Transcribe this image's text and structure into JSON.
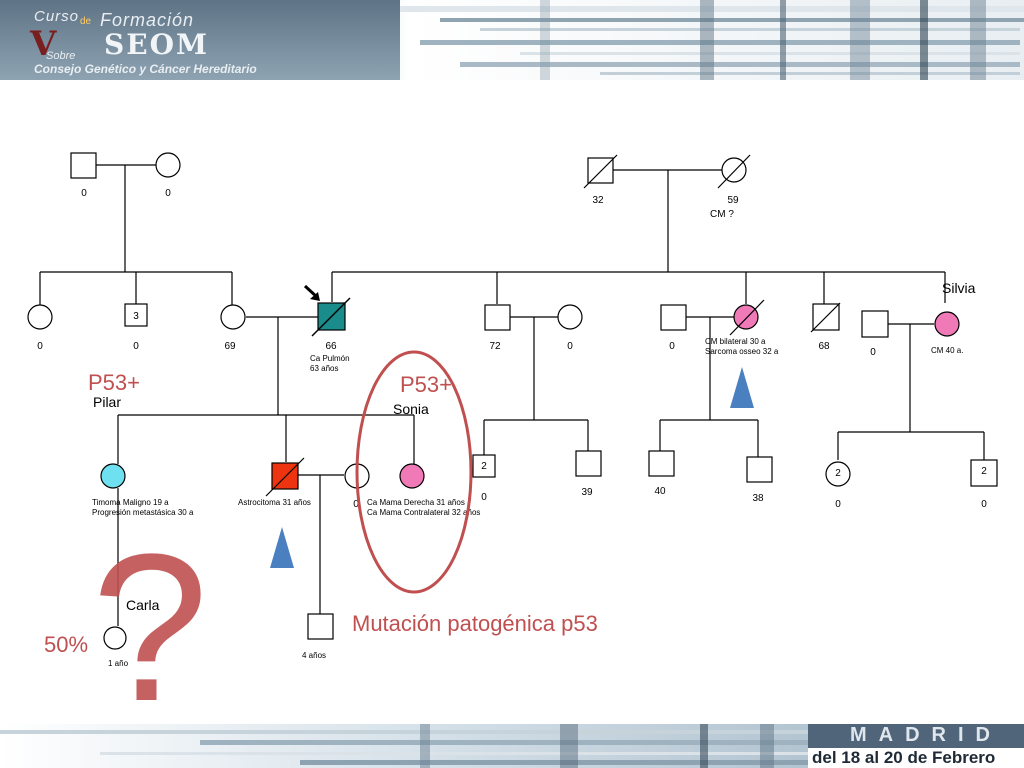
{
  "header": {
    "logo": {
      "curso": "Curso",
      "de": "de",
      "formacion": "Formación",
      "edition": "V",
      "sobre": "Sobre",
      "brand": "SEOM",
      "subtitle": "Consejo Genético y Cáncer Hereditario"
    }
  },
  "footer": {
    "city": "MADRID",
    "dates": "del 18 al 20 de Febrero"
  },
  "pedigree": {
    "gen1_left": {
      "male_age": "0",
      "female_age": "0"
    },
    "gen1_right": {
      "male_age": "32",
      "female_age": "59",
      "female_note": "CM ?"
    },
    "gen2": {
      "f1_age": "0",
      "group3_count": "3",
      "group3_age": "0",
      "f2_age": "69",
      "proband_age": "66",
      "proband_dx1": "Ca Pulmón",
      "proband_dx2": "63 años",
      "m72_age": "72",
      "f0_age": "0",
      "m0_age": "0",
      "cm_female_dx1": "CM bilateral 30 a",
      "cm_female_dx2": "Sarcoma osseo 32 a",
      "m68_age": "68",
      "silvia_husband_age": "0",
      "silvia_name": "Silvia",
      "silvia_dx": "CM  40 a."
    },
    "gen3": {
      "pilar_name": "Pilar",
      "pilar_p53": "P53+",
      "pilar_dx1": "Timoma Maligno 19 a",
      "pilar_dx2": "Progresión metastásica 30 a",
      "astro_dx": "Astrocitoma 31 años",
      "spouse_age": "0",
      "sonia_name": "Sonia",
      "sonia_p53": "P53+",
      "sonia_dx1": "Ca Mama Derecha 31 años",
      "sonia_dx2": "Ca Mama Contralateral 32 años",
      "m72_group_count": "2",
      "m72_group_age": "0",
      "m72_son_age": "39",
      "m0_son1_age": "40",
      "m0_son2_age": "38",
      "silvia_group_count": "2",
      "silvia_group_age": "0",
      "silvia_son_count": "2",
      "silvia_son_age": "0"
    },
    "gen4": {
      "carla_name": "Carla",
      "carla_age": "1 año",
      "carla_risk": "50%",
      "son_age": "4 años"
    },
    "mutation_label": "Mutación patogénica p53",
    "question_mark": "?",
    "colors": {
      "teal": "#1a8c8c",
      "cyan": "#6fe0ef",
      "red": "#ee3311",
      "pink": "#f07ab8",
      "blue": "#4a7fc0",
      "accent": "#c05050"
    }
  }
}
